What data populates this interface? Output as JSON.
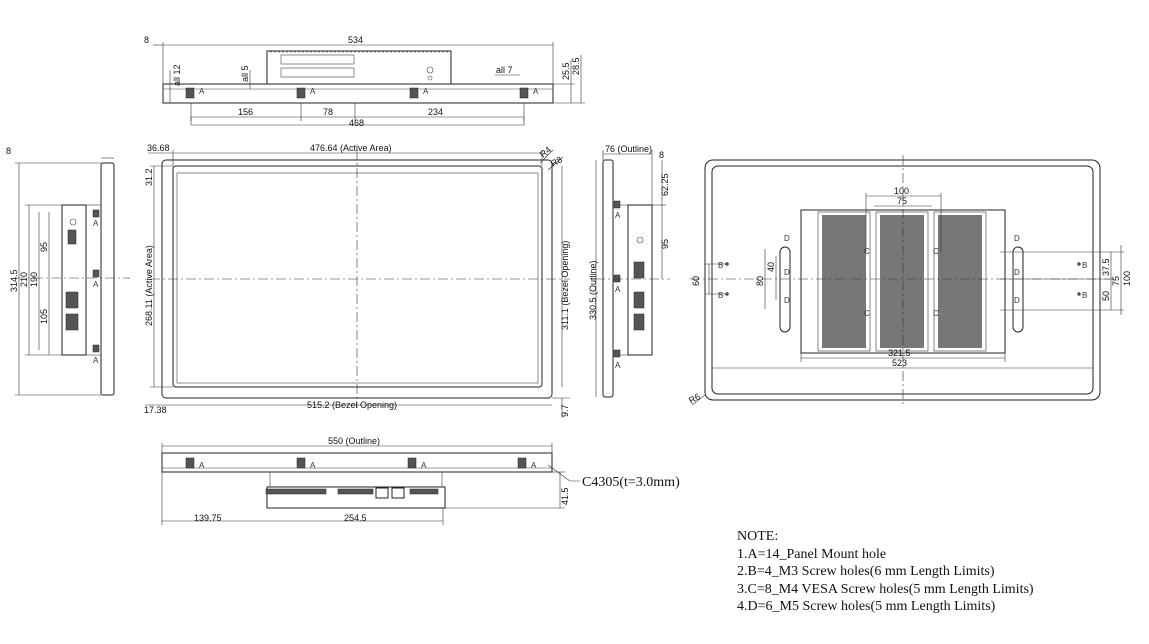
{
  "top_view": {
    "dims": {
      "d8": "8",
      "d534": "534",
      "d12": "all 12",
      "d5": "all 5",
      "d7": "all 7",
      "d255": "25.5",
      "d285": "28.5",
      "d156": "156",
      "d78": "78",
      "d234": "234",
      "d468": "468"
    },
    "hole_label": "A"
  },
  "left_side": {
    "dims": {
      "d8": "8",
      "d3145": "314.5",
      "d210": "210",
      "d190": "190",
      "d95": "95",
      "d105": "105"
    },
    "hole_label": "A"
  },
  "front": {
    "dims": {
      "d3668": "36.68",
      "d47664": "476.64 (Active Area)",
      "d312": "31.2",
      "d26811": "268.11 (Active Area)",
      "d3111": "311.1 (Bezel Opening)",
      "d1738": "17.38",
      "d5152": "515.2 (Bezel Opening)",
      "d97": "9.7",
      "r4": "R4",
      "r8": "R8"
    }
  },
  "right_side": {
    "dims": {
      "d76": "76 (Outline)",
      "d8": "8",
      "d6225": "62.25",
      "d95": "95",
      "d3305": "330.5 (Outline)"
    },
    "hole_label": "A"
  },
  "rear": {
    "dims": {
      "d100": "100",
      "d75": "75",
      "d60": "60",
      "d80": "80",
      "d40": "40",
      "d375": "37.5",
      "d75v": "75",
      "d100v": "100",
      "d50": "50",
      "d3215": "321.5",
      "d523": "523",
      "r6": "R6"
    },
    "labels": {
      "b": "B",
      "c": "C",
      "d": "D"
    }
  },
  "bottom_view": {
    "dims": {
      "d550": "550 (Outline)",
      "d13975": "139.75",
      "d2545": "254.5",
      "d415": "41.5"
    },
    "hole_label": "A",
    "callout": "C4305(t=3.0mm)"
  },
  "notes": {
    "title": "NOTE:",
    "items": [
      "1.A=14_Panel Mount hole",
      "2.B=4_M3 Screw holes(6 mm Length Limits)",
      "3.C=8_M4 VESA Screw holes(5 mm Length Limits)",
      "4.D=6_M5 Screw holes(5 mm Length Limits)"
    ]
  }
}
